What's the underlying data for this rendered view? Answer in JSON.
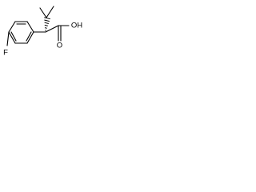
{
  "molecule": {
    "atoms": {
      "fluorine": "F",
      "oxygen_carbonyl": "O",
      "hydroxyl": "OH"
    },
    "stereo_bond": "hashed-wedge",
    "colors": {
      "bond": "#000000",
      "text": "#000000",
      "background": "#ffffff"
    }
  }
}
